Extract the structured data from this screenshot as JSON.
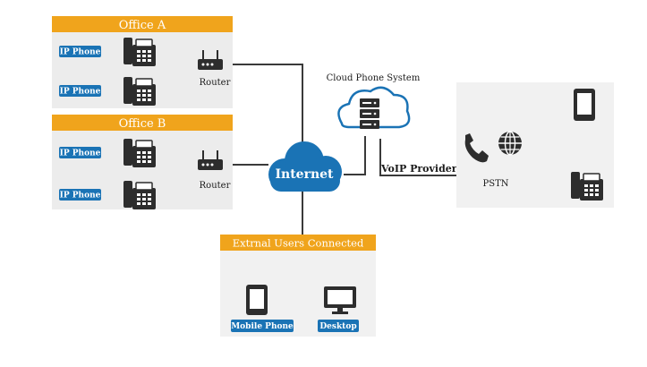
{
  "office_a": {
    "title": "Office A",
    "phone1_label": "IP Phone",
    "phone2_label": "IP Phone",
    "router_label": "Router"
  },
  "office_b": {
    "title": "Office B",
    "phone1_label": "IP Phone",
    "phone2_label": "IP Phone",
    "router_label": "Router"
  },
  "internet": {
    "label": "Internet"
  },
  "cloud_phone_system": {
    "label": "Cloud Phone System"
  },
  "voip_provider": {
    "label": "VoIP Provider"
  },
  "pstn": {
    "label": "PSTN"
  },
  "external_users": {
    "title": "Extrnal Users Connected",
    "mobile_label": "Mobile Phone",
    "desktop_label": "Desktop"
  },
  "colors": {
    "header_orange": "#f0a41c",
    "label_blue": "#1a73b5",
    "panel_gray": "#ececec",
    "ink": "#2d2d2d"
  },
  "icons": {
    "desk_phone": "desk-phone-icon",
    "router": "router-icon",
    "server": "server-icon",
    "cloud": "cloud-icon",
    "handset": "handset-icon",
    "globe": "globe-icon",
    "mobile": "mobile-phone-icon",
    "desktop": "desktop-icon"
  }
}
